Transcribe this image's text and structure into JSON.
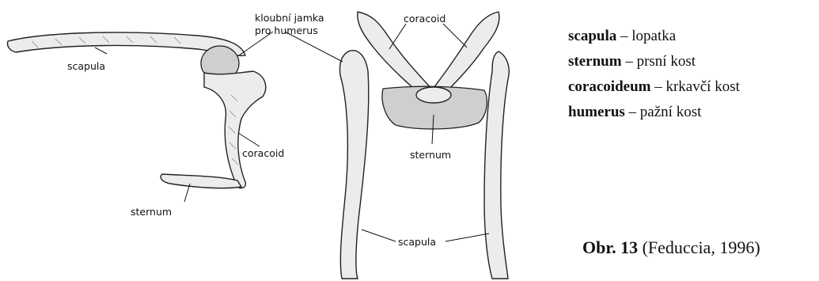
{
  "labels": {
    "left_scapula": "scapula",
    "glenoid": [
      "kloubní jamka",
      "pro humerus"
    ],
    "left_coracoid": "coracoid",
    "left_sternum": "sternum",
    "right_coracoid": "coracoid",
    "right_sternum": "sternum",
    "right_scapula": "scapula"
  },
  "legend": [
    {
      "term": "scapula",
      "sep": " – ",
      "meaning": "lopatka"
    },
    {
      "term": "sternum",
      "sep": " – ",
      "meaning": "prsní kost"
    },
    {
      "term": "coracoideum",
      "sep": " – ",
      "meaning": "krkavčí kost"
    },
    {
      "term": "humerus",
      "sep": " – ",
      "meaning": "pažní kost"
    }
  ],
  "caption": {
    "number": "Obr. 13",
    "source": " (Feduccia, 1996)"
  }
}
